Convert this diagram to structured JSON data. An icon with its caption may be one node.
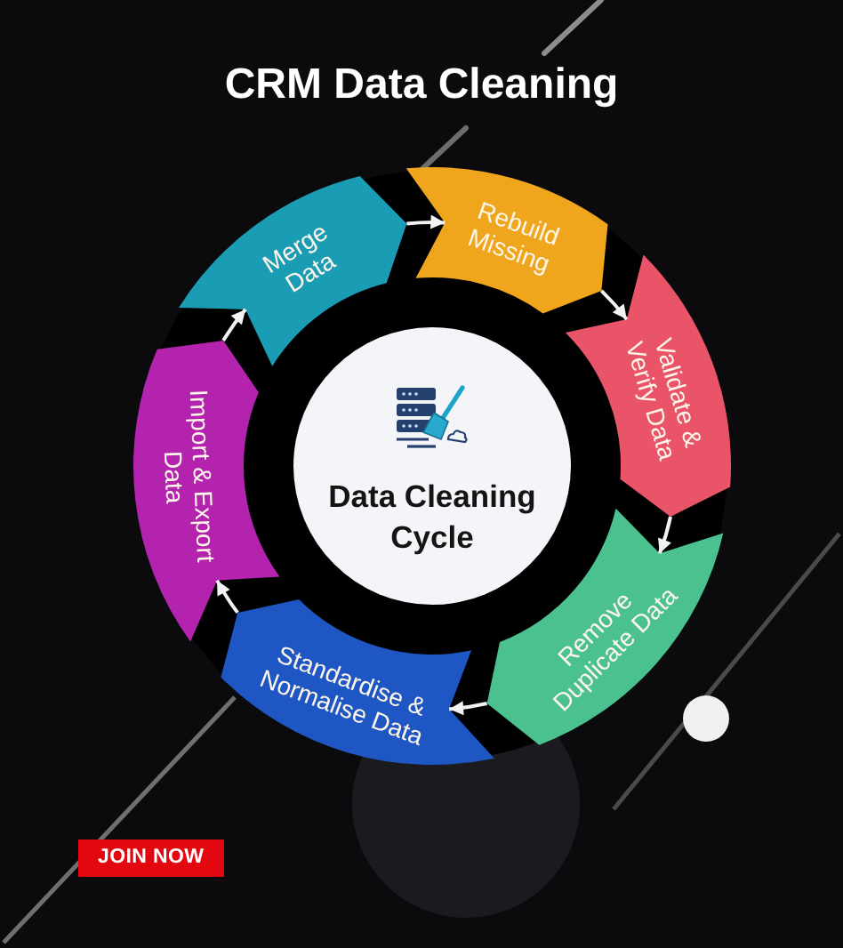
{
  "diagram": {
    "title": "CRM Data Cleaning",
    "nodes": [
      {
        "text": [
          "Merge Data"
        ]
      },
      {
        "text": [
          "Rebuild Missing"
        ]
      },
      {
        "text": [
          "Validate & Verify Data"
        ]
      },
      {
        "text": [
          "Remove Duplicate Data"
        ]
      },
      {
        "text": [
          "Standardise & Normalise Data"
        ]
      },
      {
        "text": [
          "Import & Export Data"
        ]
      },
      {
        "text": [
          "Data Cleaning Cycle"
        ]
      }
    ],
    "edges": [
      {
        "from": 0,
        "to": 1,
        "arrow": "to"
      },
      {
        "from": 1,
        "to": 2,
        "arrow": "to"
      },
      {
        "from": 2,
        "to": 3,
        "arrow": "to"
      },
      {
        "from": 3,
        "to": 4,
        "arrow": "to"
      },
      {
        "from": 4,
        "to": 5,
        "arrow": "to"
      },
      {
        "from": 5,
        "to": 0,
        "arrow": "to"
      }
    ],
    "labels": [
      "JOIN NOW"
    ]
  }
}
